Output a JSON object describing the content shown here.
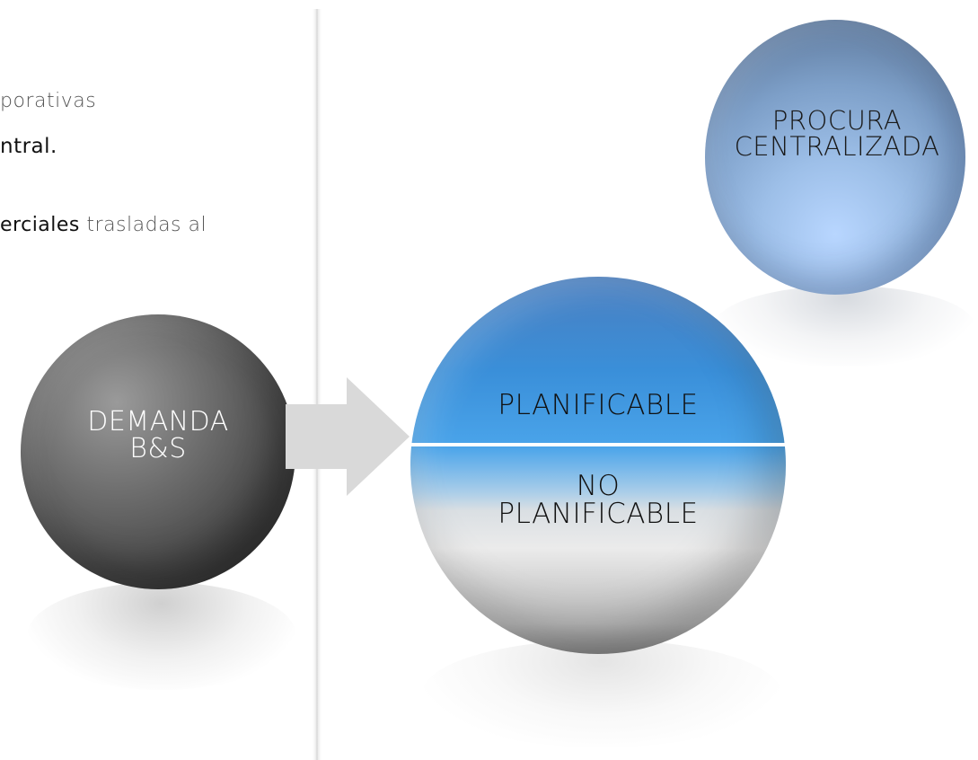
{
  "text_lines": [
    {
      "parts": [
        {
          "text": "porativas",
          "bold": false
        }
      ]
    },
    {
      "parts": [
        {
          "text": "ntral.",
          "bold": true
        }
      ]
    },
    {
      "parts": [
        {
          "text": "erciales",
          "bold": true
        },
        {
          "text": " trasladas al",
          "bold": false
        }
      ]
    }
  ],
  "spheres": {
    "demanda": {
      "line1": "DEMANDA",
      "line2": "B&S"
    },
    "procura": {
      "line1": "PROCURA",
      "line2": "CENTRALIZADA"
    },
    "split": {
      "top_label": "PLANIFICABLE",
      "bottom_line1": "NO",
      "bottom_line2": "PLANIFICABLE"
    }
  },
  "colors": {
    "demanda_sphere": "#5e5e5e",
    "procura_sphere": "#8fb1dc",
    "planificable_top": "#3a8fd9",
    "no_planificable_bottom": "#d9d9d9",
    "arrow": "#d6d6d6"
  }
}
